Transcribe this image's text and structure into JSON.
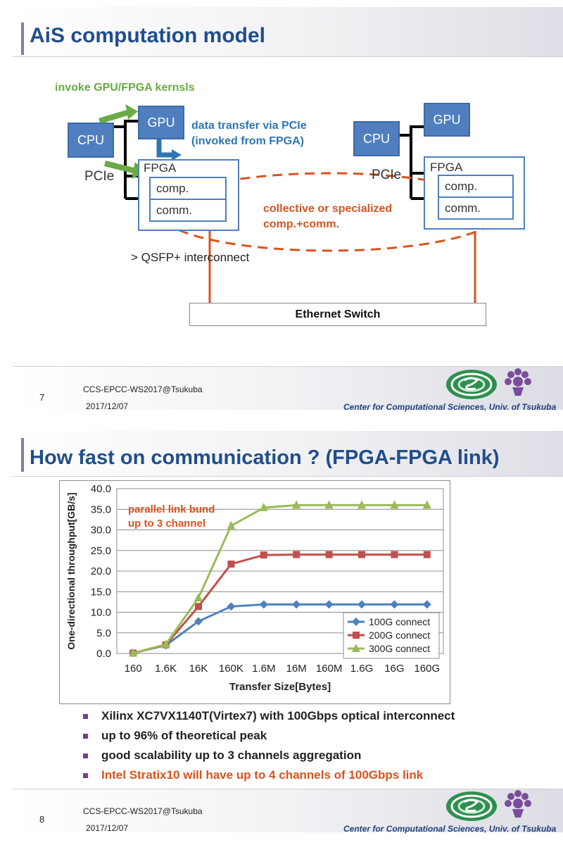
{
  "slide1": {
    "title": "AiS computation model",
    "invoke_label": "invoke GPU/FPGA kernsls",
    "transfer_label_1": "data transfer via PCIe",
    "transfer_label_2": "(invoked from FPGA)",
    "left_node": {
      "cpu": "CPU",
      "gpu": "GPU",
      "pcie": "PCIe",
      "fpga": "FPGA",
      "comp": "comp.",
      "comm": "comm."
    },
    "right_node": {
      "cpu": "CPU",
      "gpu": "GPU",
      "pcie": "PCIe",
      "fpga": "FPGA",
      "comp": "comp.",
      "comm": "comm."
    },
    "collective_1": "collective or specialized",
    "collective_2": "comp.+comm.",
    "qsfp": "> QSFP+ interconnect",
    "switch": "Ethernet Switch",
    "footer": {
      "page": "7",
      "conference": "CCS-EPCC-WS2017@Tsukuba",
      "date": "2017/12/07",
      "center": "Center for Computational Sciences, Univ. of Tsukuba"
    }
  },
  "slide2": {
    "title": "How fast on communication ? (FPGA-FPGA link)",
    "bullets": [
      "Xilinx XC7VX1140T(Virtex7) with 100Gbps optical interconnect",
      "up to 96% of theoretical peak",
      "good scalability up to 3 channels aggregation",
      "Intel Stratix10 will have up to 4 channels of 100Gbps link"
    ],
    "footer": {
      "page": "8",
      "conference": "CCS-EPCC-WS2017@Tsukuba",
      "date": "2017/12/07",
      "center": "Center for Computational Sciences, Univ. of Tsukuba"
    }
  },
  "colors": {
    "title": "#1f4e8c",
    "box": "#4f7fbf",
    "green": "#6aab45",
    "orange": "#d9531e",
    "s100": "#4f81bd",
    "s200": "#c0504d",
    "s300": "#9bbb59"
  },
  "chart_data": {
    "type": "line",
    "xlabel": "Transfer Size[Bytes]",
    "ylabel": "One-directional throughput[GB/s]",
    "x": [
      "160",
      "1.6K",
      "16K",
      "160K",
      "1.6M",
      "16M",
      "160M",
      "1.6G",
      "16G",
      "160G"
    ],
    "yticks": [
      "0.0",
      "5.0",
      "10.0",
      "15.0",
      "20.0",
      "25.0",
      "30.0",
      "35.0",
      "40.0"
    ],
    "ylim": [
      0,
      40
    ],
    "grid": true,
    "legend": "bottom-right",
    "annotation_1": "parallel link bund",
    "annotation_2": "up to 3 channel",
    "series": [
      {
        "name": "100G connect",
        "color": "#4f81bd",
        "marker": "diamond",
        "values": [
          0.1,
          2.0,
          7.8,
          11.4,
          11.9,
          11.9,
          11.9,
          11.9,
          11.9,
          11.9
        ]
      },
      {
        "name": "200G connect",
        "color": "#c0504d",
        "marker": "square",
        "values": [
          0.1,
          2.1,
          11.4,
          21.7,
          23.9,
          24.0,
          24.0,
          24.0,
          24.0,
          24.0
        ]
      },
      {
        "name": "300G connect",
        "color": "#9bbb59",
        "marker": "triangle",
        "values": [
          0.1,
          2.2,
          13.5,
          31.0,
          35.4,
          36.0,
          36.0,
          36.0,
          36.0,
          36.0
        ]
      }
    ]
  }
}
